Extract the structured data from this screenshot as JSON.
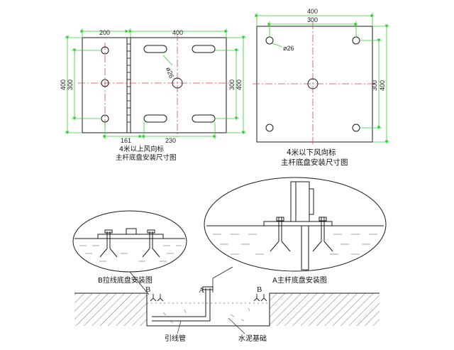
{
  "left_plate": {
    "dim_top_left": "200",
    "dim_top_right": "400",
    "dim_left": "400",
    "dim_left_inner": "300",
    "dim_right_inner": "300",
    "dim_right": "400",
    "dim_bottom_1": "161",
    "dim_bottom_2": "230",
    "hole_dia": "ø26",
    "caption_line1": "4米以上风向标",
    "caption_line2": "主杆底盘安装尺寸图"
  },
  "right_plate": {
    "dim_top_outer": "400",
    "dim_top_inner": "300",
    "dim_right_inner": "300",
    "dim_right_outer": "400",
    "hole_dia": "ø26",
    "caption_line1": "4米以下风向标",
    "caption_line2": "主杆底盘安装尺寸图"
  },
  "section": {
    "detail_b_label": "B拉线底盘安装图",
    "detail_a_label": "A主杆底盘安装图",
    "marker_b": "B",
    "marker_a": "A",
    "conduit_label": "引线管",
    "foundation_label": "水泥基础"
  },
  "colors": {
    "line": "#1a1a1a",
    "dimension": "#33cc33",
    "centerline": "#e04040"
  }
}
